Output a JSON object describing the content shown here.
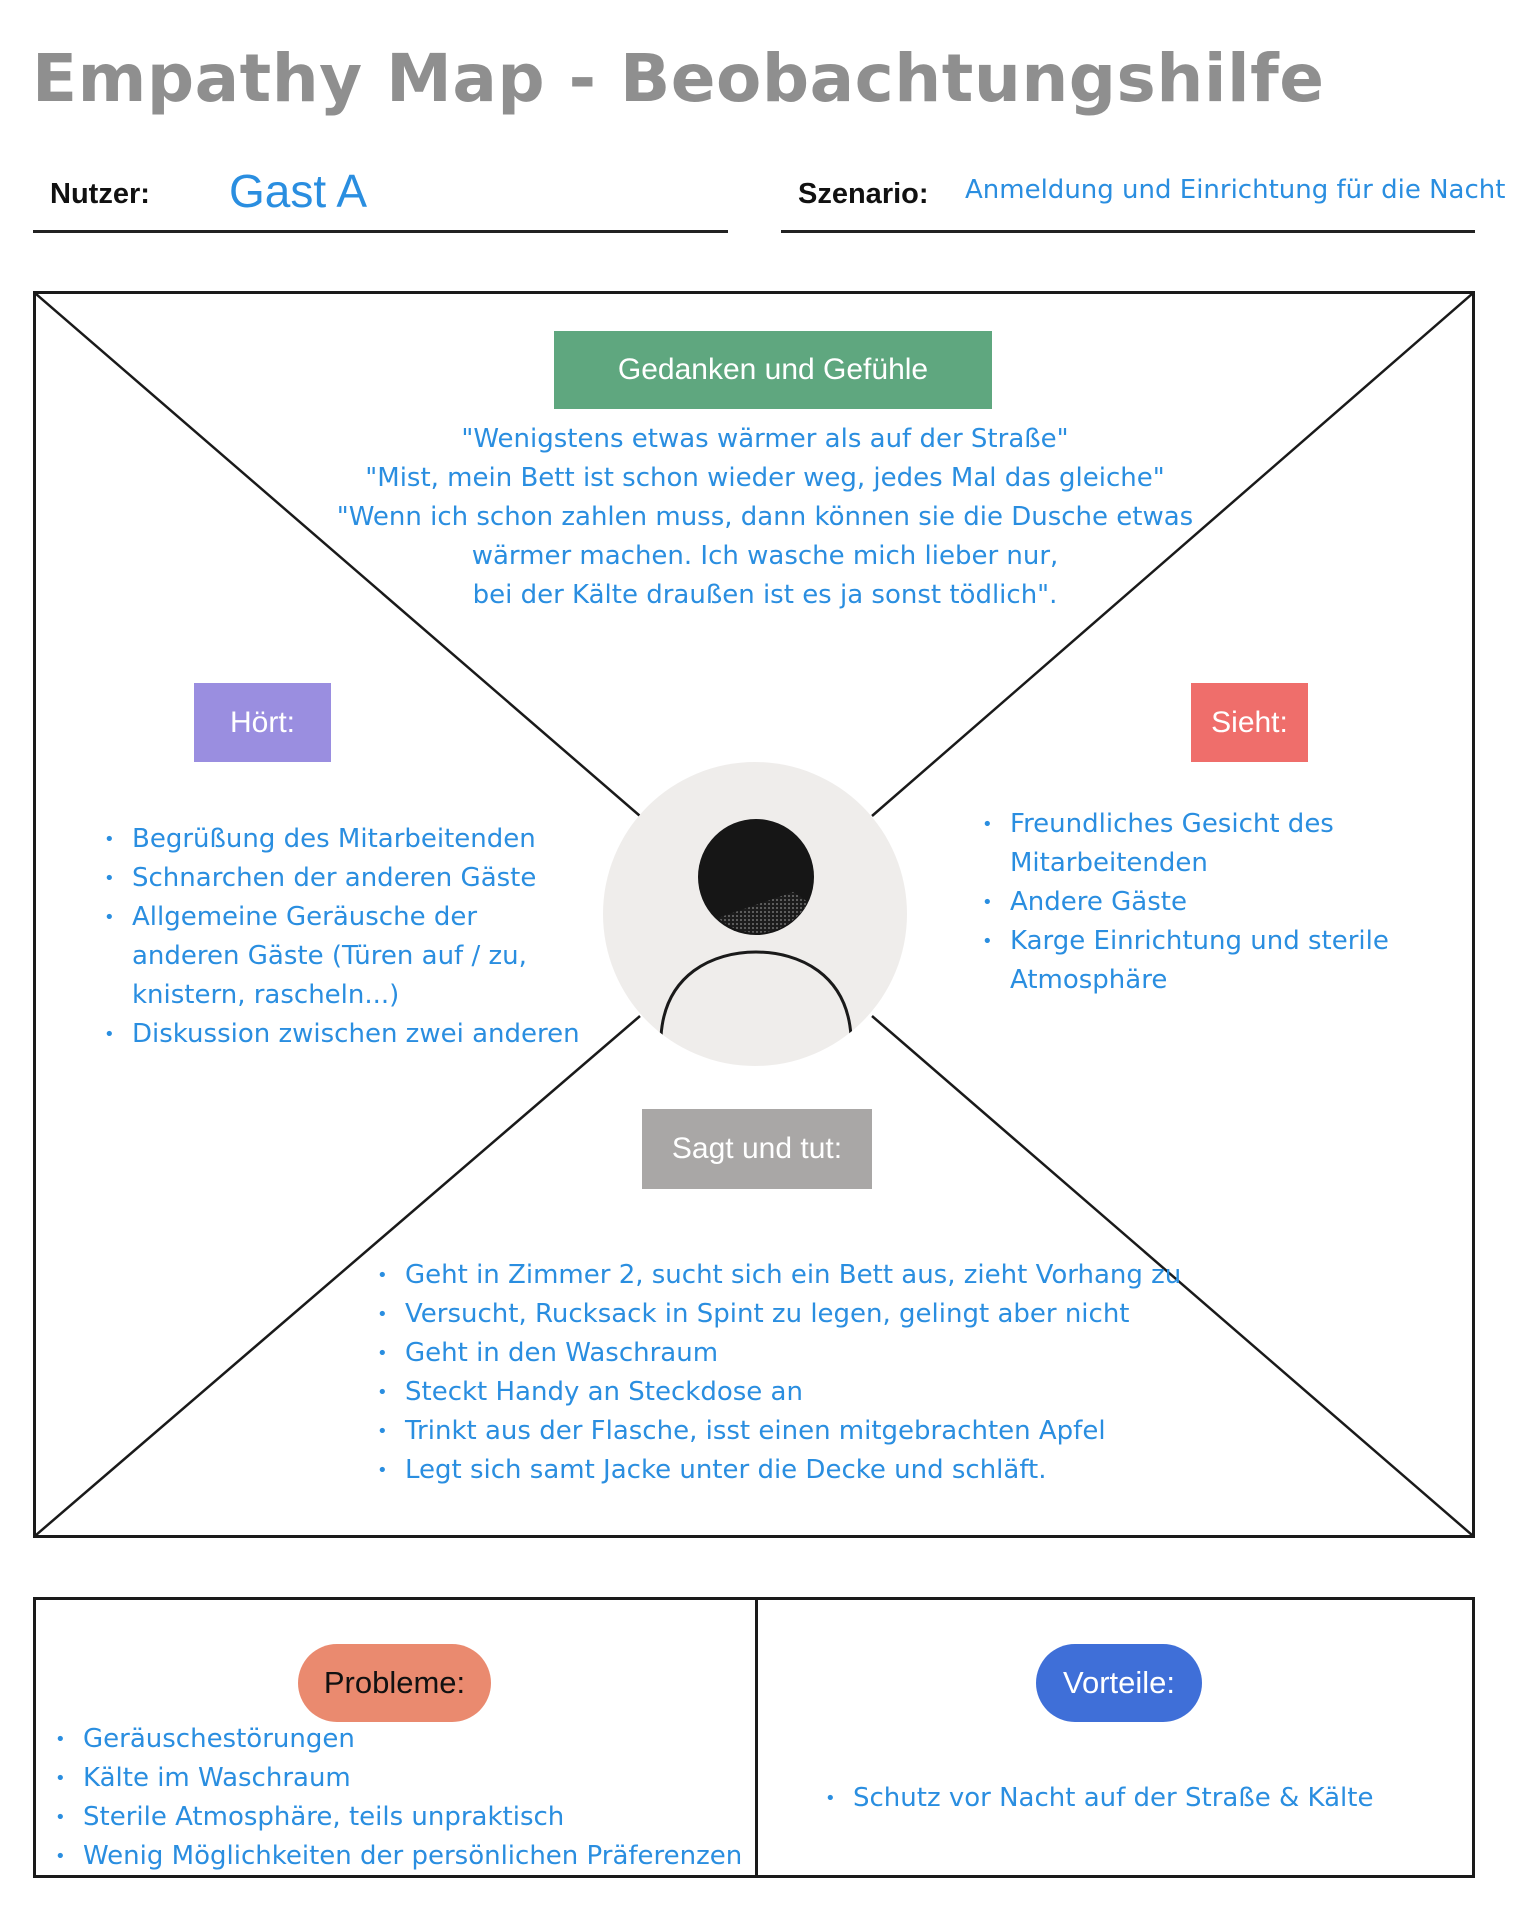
{
  "title": "Empathy Map - Beobachtungshilfe",
  "header": {
    "user_label": "Nutzer:",
    "user_value": "Gast A",
    "scenario_label": "Szenario:",
    "scenario_value": "Anmeldung und Einrichtung für die Nacht"
  },
  "thoughts": {
    "label": "Gedanken und Gefühle",
    "lines": [
      "\"Wenigstens etwas wärmer als auf der Straße\"",
      "\"Mist, mein Bett ist schon wieder weg, jedes Mal das gleiche\"",
      "\"Wenn ich schon zahlen muss, dann können sie die Dusche etwas",
      "wärmer machen. Ich wasche mich lieber nur,",
      "bei der Kälte draußen ist es ja sonst tödlich\"."
    ]
  },
  "hears": {
    "label": "Hört:",
    "items": [
      "Begrüßung des Mitarbeitenden",
      "Schnarchen der anderen Gäste",
      "Allgemeine Geräusche der anderen Gäste (Türen auf / zu, knistern, rascheln...)",
      "Diskussion zwischen zwei anderen"
    ]
  },
  "sees": {
    "label": "Sieht:",
    "items": [
      "Freundliches Gesicht des Mitarbeitenden",
      "Andere Gäste",
      "Karge Einrichtung und sterile Atmosphäre"
    ]
  },
  "says_does": {
    "label": "Sagt und tut:",
    "items": [
      "Geht in Zimmer 2, sucht sich ein Bett aus, zieht Vorhang zu",
      "Versucht, Rucksack in Spint zu legen, gelingt aber nicht",
      "Geht in den Waschraum",
      "Steckt Handy an Steckdose an",
      "Trinkt aus der Flasche, isst einen mitgebrachten Apfel",
      "Legt sich samt Jacke unter die Decke und schläft."
    ]
  },
  "problems": {
    "label": "Probleme:",
    "items": [
      "Geräuschestörungen",
      "Kälte im Waschraum",
      "Sterile Atmosphäre, teils unpraktisch",
      "Wenig Möglichkeiten der persönlichen Präferenzen"
    ]
  },
  "benefits": {
    "label": "Vorteile:",
    "items": [
      "Schutz vor Nacht auf der Straße & Kälte"
    ]
  },
  "colors": {
    "thoughts_tag": "#5fa77f",
    "hears_tag": "#9a8ee0",
    "sees_tag": "#ef6e6b",
    "says_tag": "#a9a7a6",
    "problems_pill": "#ea8a6f",
    "benefits_pill": "#3f6fd8",
    "body_text": "#2a8ee0",
    "title": "#8f8f8f"
  }
}
